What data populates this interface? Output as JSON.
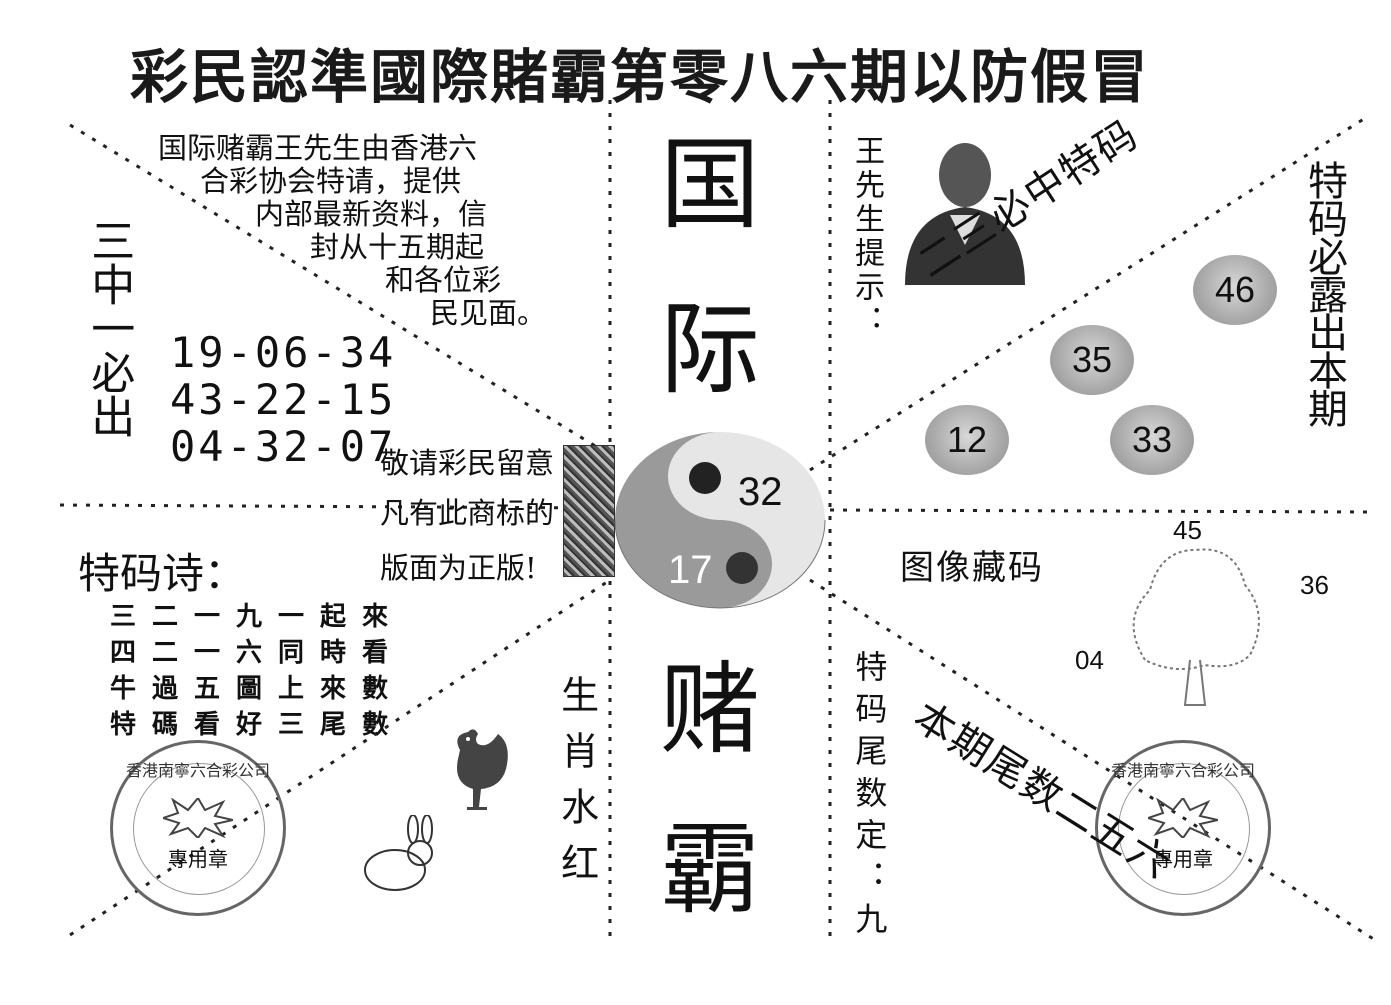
{
  "title": "彩民認準國際賭霸第零八六期以防假冒",
  "intro_lines": [
    "国际赌霸王先生由香港六",
    "合彩协会特请，提供",
    "内部最新资料，信",
    "封从十五期起",
    "和各位彩",
    "民见面。"
  ],
  "three_label": "三中一必出",
  "combos": [
    "19-06-34",
    "43-22-15",
    "04-32-07"
  ],
  "notice_lines": [
    "敬请彩民留意",
    "凡有此商标的",
    "版面为正版!"
  ],
  "poem_title": "特码诗：",
  "poem_lines": [
    "三二一九一起來",
    "四二一六同時看",
    "牛過五圖上來數",
    "特碼看好三尾數"
  ],
  "center_chars": [
    "国",
    "际",
    "赌",
    "霸"
  ],
  "yin_yang_numbers": [
    "32",
    "17"
  ],
  "zodiac_label": "生肖水红",
  "wang_hint": "王先生提示：",
  "diag_two_three": "二三必中特码",
  "balls": [
    "46",
    "35",
    "12",
    "33"
  ],
  "special_reveal": "特码必露出本期",
  "image_hidden": "图像藏码",
  "tree_numbers": [
    "45",
    "36",
    "04"
  ],
  "tail_label": "特码尾数定：九",
  "tail_diag": "本期尾数二五六",
  "stamp_ring": "香港南寧六合彩公司",
  "stamp_label": "專用章"
}
